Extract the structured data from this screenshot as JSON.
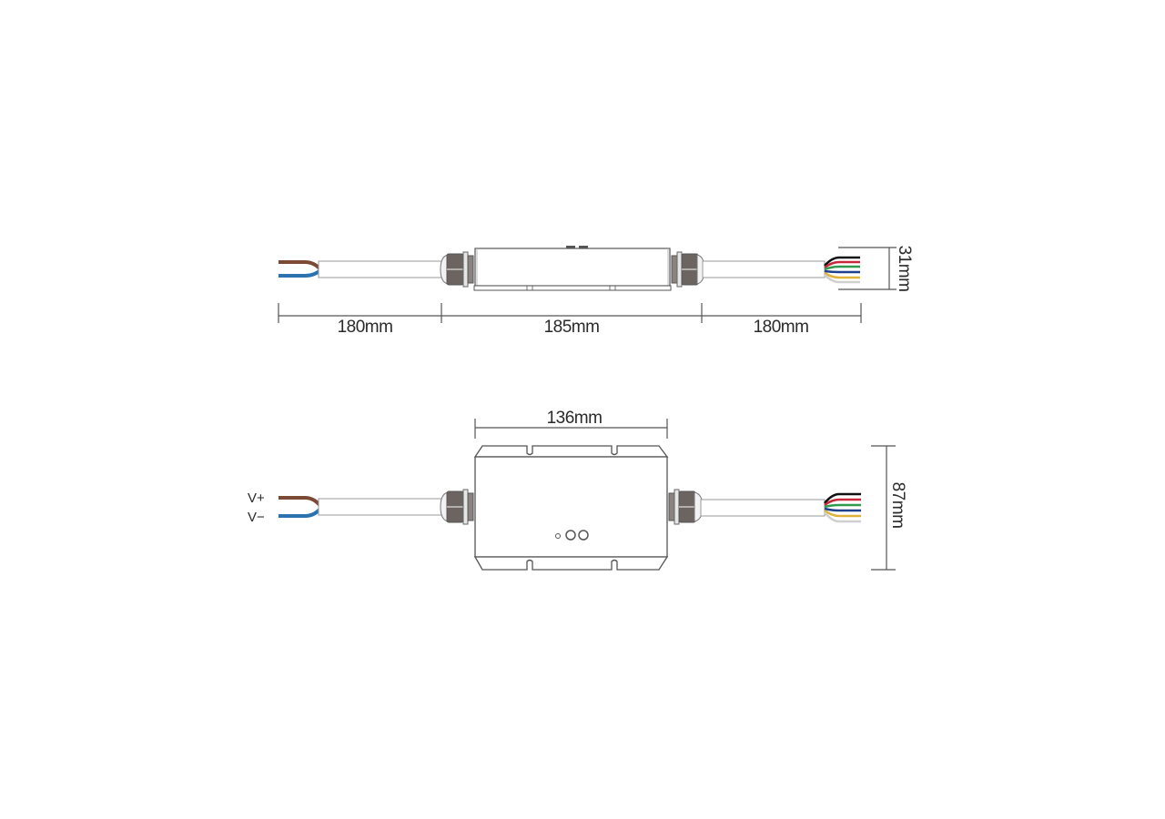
{
  "diagram": {
    "title": "LED controller dimension drawing",
    "colors": {
      "line": "#4a4a4a",
      "dim_line": "#555555",
      "cable_fill": "#ffffff",
      "cable_stroke": "#9a9a9a",
      "gland_dark": "#6b6461",
      "gland_light": "#d8d8d8",
      "wire_brown": "#7a4a35",
      "wire_blue": "#2a72b0",
      "wire_black": "#111111",
      "wire_red": "#c8283a",
      "wire_green": "#2f9a4e",
      "wire_darkblue": "#1d3f8c",
      "wire_yellow": "#e0b23a",
      "wire_white": "#d0d0d0"
    },
    "side_view": {
      "dimensions": {
        "left_cable": "180mm",
        "body": "185mm",
        "right_cable": "180mm",
        "height": "31mm"
      }
    },
    "top_view": {
      "dimensions": {
        "body_width": "136mm",
        "height": "87mm"
      },
      "input_labels": {
        "positive": "V+",
        "negative": "V−"
      },
      "indicators": [
        "small-led",
        "button-1",
        "button-2"
      ]
    },
    "output_wires": [
      "black",
      "red",
      "green",
      "blue",
      "yellow",
      "white"
    ]
  }
}
